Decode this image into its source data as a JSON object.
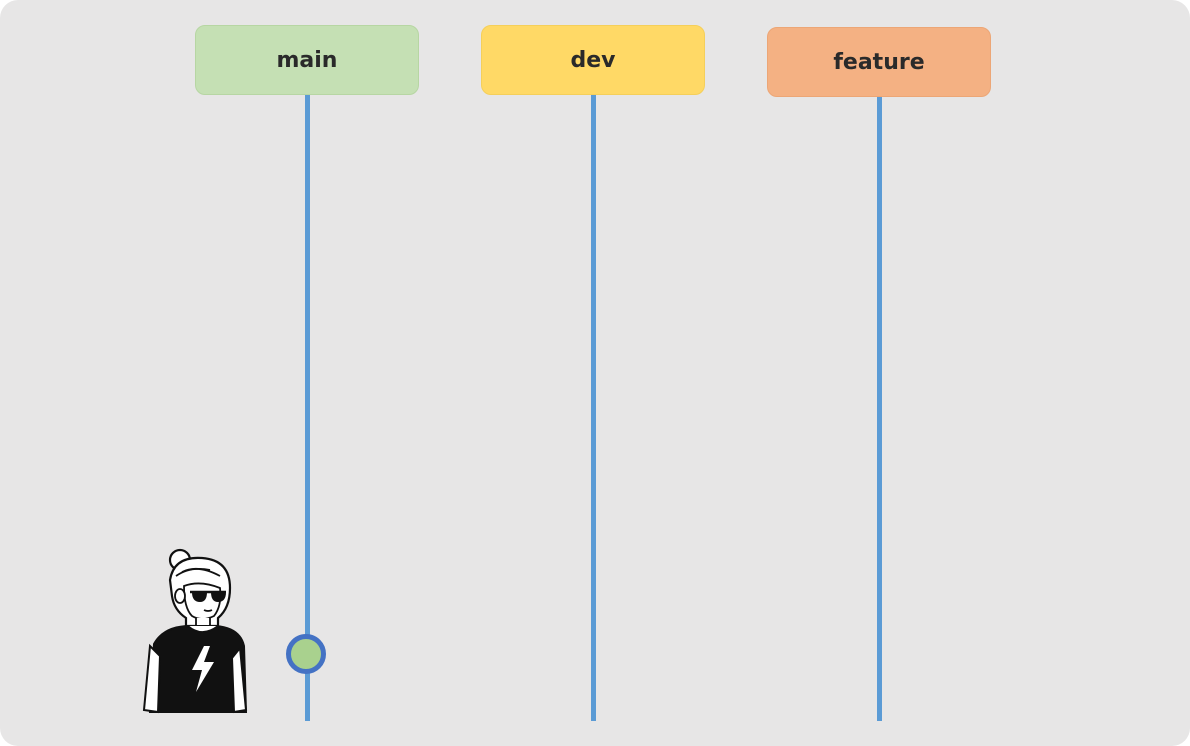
{
  "branches": [
    {
      "id": "main",
      "label": "main",
      "fill": "#c5e0b4",
      "border": "#b7d6a3"
    },
    {
      "id": "dev",
      "label": "dev",
      "fill": "#ffd966",
      "border": "#f5cf5a"
    },
    {
      "id": "feature",
      "label": "feature",
      "fill": "#f4b183",
      "border": "#eca676"
    }
  ],
  "commits": [
    {
      "branch": "main",
      "fill": "#a9d18e",
      "stroke": "#4472c4"
    }
  ],
  "line_color": "#5b9bd5",
  "background": "#e7e6e6",
  "developer": {
    "icon": "developer-avatar-icon"
  }
}
